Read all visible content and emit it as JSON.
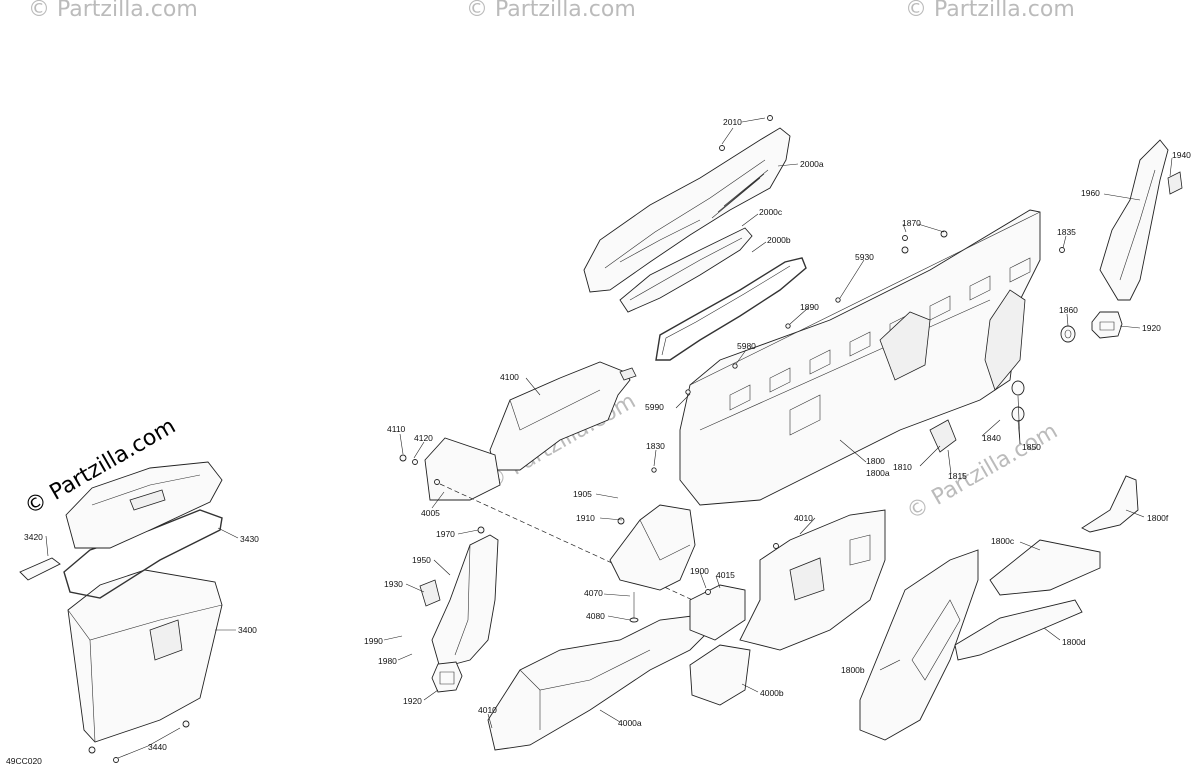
{
  "diagram_code": "49CC020",
  "watermark_text": "© Partzilla.com",
  "callouts": [
    {
      "id": "2010"
    },
    {
      "id": "2000a"
    },
    {
      "id": "2000c"
    },
    {
      "id": "2000b"
    },
    {
      "id": "1940"
    },
    {
      "id": "1960"
    },
    {
      "id": "1870"
    },
    {
      "id": "1835"
    },
    {
      "id": "5930"
    },
    {
      "id": "1890"
    },
    {
      "id": "5980"
    },
    {
      "id": "5990"
    },
    {
      "id": "1860"
    },
    {
      "id": "1920"
    },
    {
      "id": "4100"
    },
    {
      "id": "4110"
    },
    {
      "id": "4120"
    },
    {
      "id": "4005"
    },
    {
      "id": "1830"
    },
    {
      "id": "1800"
    },
    {
      "id": "1800a"
    },
    {
      "id": "1810"
    },
    {
      "id": "1815"
    },
    {
      "id": "1840"
    },
    {
      "id": "1850"
    },
    {
      "id": "1800f"
    },
    {
      "id": "1905"
    },
    {
      "id": "1910"
    },
    {
      "id": "4010"
    },
    {
      "id": "1970"
    },
    {
      "id": "1950"
    },
    {
      "id": "1930"
    },
    {
      "id": "1900"
    },
    {
      "id": "4015"
    },
    {
      "id": "4070"
    },
    {
      "id": "4080"
    },
    {
      "id": "1800c"
    },
    {
      "id": "1990"
    },
    {
      "id": "1980"
    },
    {
      "id": "1920"
    },
    {
      "id": "1800d"
    },
    {
      "id": "4000b"
    },
    {
      "id": "1800b"
    },
    {
      "id": "4010"
    },
    {
      "id": "4000a"
    },
    {
      "id": "3420"
    },
    {
      "id": "3430"
    },
    {
      "id": "3400"
    },
    {
      "id": "3440"
    }
  ]
}
